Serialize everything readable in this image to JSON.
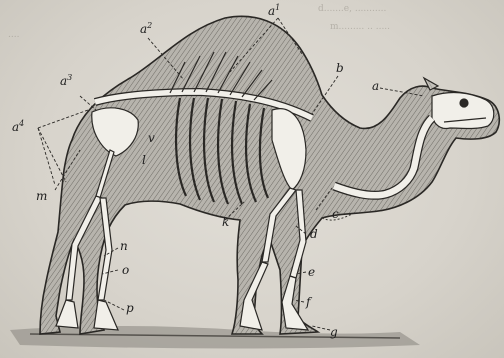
{
  "labels": {
    "a": "a",
    "a1": "a",
    "a1_sup": "1",
    "a2": "a",
    "a2_sup": "2",
    "a3": "a",
    "a3_sup": "3",
    "a4": "a",
    "a4_sup": "4",
    "b": "b",
    "c": "c",
    "d": "d",
    "e": "e",
    "f": "f",
    "g": "g",
    "k": "k",
    "l": "l",
    "m": "m",
    "n": "n",
    "o": "o",
    "p": "p",
    "v": "v"
  },
  "bleed_text": {
    "line1": "d.......e, ...........",
    "line2": "m......... .. .....",
    "line3": "...."
  },
  "colors": {
    "paper": "#dcd9d2",
    "ink": "#1d1d1d",
    "flesh_shade": "#a9a69f",
    "bone": "#f1efe9"
  }
}
